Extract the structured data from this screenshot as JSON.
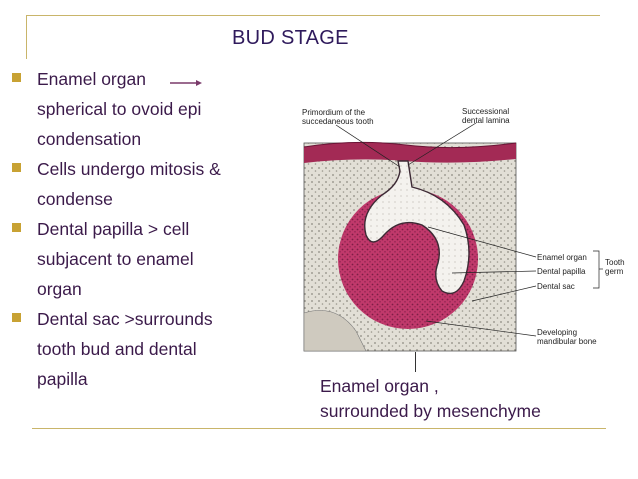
{
  "slide": {
    "title": "BUD STAGE",
    "bullets": [
      [
        "Enamel organ",
        "spherical to ovoid epi",
        "condensation"
      ],
      [
        "Cells undergo mitosis &",
        "condense"
      ],
      [
        "Dental papilla > cell",
        "subjacent to enamel",
        "organ"
      ],
      [
        "Dental sac >surrounds",
        "tooth bud and dental",
        "papilla"
      ]
    ],
    "bullet_color": "#c8a233",
    "frame_color": "#c9b56a",
    "text_color": "#3b1a4a"
  },
  "figure": {
    "labels": {
      "primordium": [
        "Primordium of the",
        "succedaneous tooth"
      ],
      "successional": [
        "Successional",
        "dental lamina"
      ],
      "enamel_organ": "Enamel organ",
      "dental_papilla": "Dental papilla",
      "dental_sac": "Dental sac",
      "tooth_germ": [
        "Tooth",
        "germ"
      ],
      "developing_bone": [
        "Developing",
        "mandibular bone"
      ]
    },
    "colors": {
      "tissue_pink": "#c0396b",
      "epithelium": "#a32a55",
      "mesenchyme": "#dcd8cc"
    }
  },
  "caption": {
    "line1": "Enamel organ ,",
    "line2": "surrounded by mesenchyme"
  }
}
